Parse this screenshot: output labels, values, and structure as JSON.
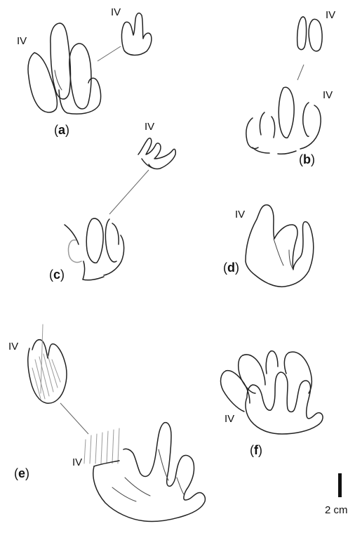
{
  "figure": {
    "panels": [
      {
        "id": "a",
        "label_letter": "a",
        "digit_labels": [
          "IV",
          "IV"
        ]
      },
      {
        "id": "b",
        "label_letter": "b",
        "digit_labels": [
          "IV",
          "IV"
        ]
      },
      {
        "id": "c",
        "label_letter": "c",
        "digit_labels": [
          "IV"
        ]
      },
      {
        "id": "d",
        "label_letter": "d",
        "digit_labels": [
          "IV"
        ]
      },
      {
        "id": "e",
        "label_letter": "e",
        "digit_labels": [
          "IV",
          "IV"
        ]
      },
      {
        "id": "f",
        "label_letter": "f",
        "digit_labels": [
          "IV"
        ]
      }
    ],
    "scale_bar": {
      "label": "2 cm"
    },
    "colors": {
      "ink": "#222222",
      "hatch": "#9a9a9a"
    }
  }
}
